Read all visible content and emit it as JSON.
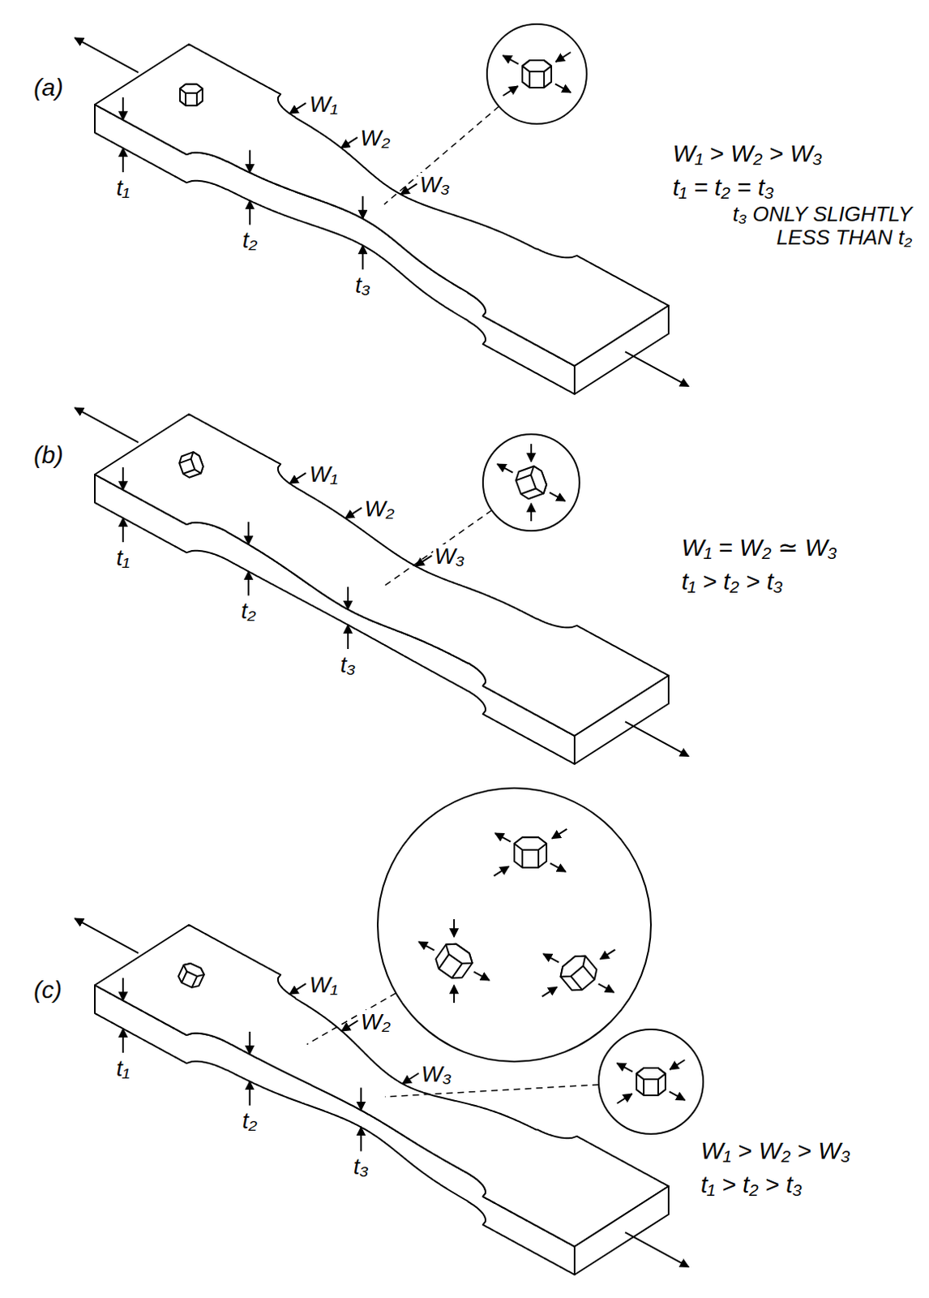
{
  "diagram": {
    "labels": [
      "(a)",
      "W₁",
      "W₂",
      "W₃",
      "t₁",
      "t₂",
      "t₃",
      "W₁ > W₂ > W₃",
      "t₁ = t₂ = t₃",
      "t₃ ONLY SLIGHTLY LESS THAN t₂",
      "(b)",
      "W₁",
      "W₂",
      "W₃",
      "t₁",
      "t₂",
      "t₃",
      "W₁ = W₂ ≃ W₃",
      "t₁ > t₂ > t₃",
      "(c)",
      "W₁",
      "W₂",
      "W₃",
      "t₁",
      "t₂",
      "t₃",
      "W₁ > W₂ > W₃",
      "t₁ > t₂ > t₃"
    ]
  }
}
